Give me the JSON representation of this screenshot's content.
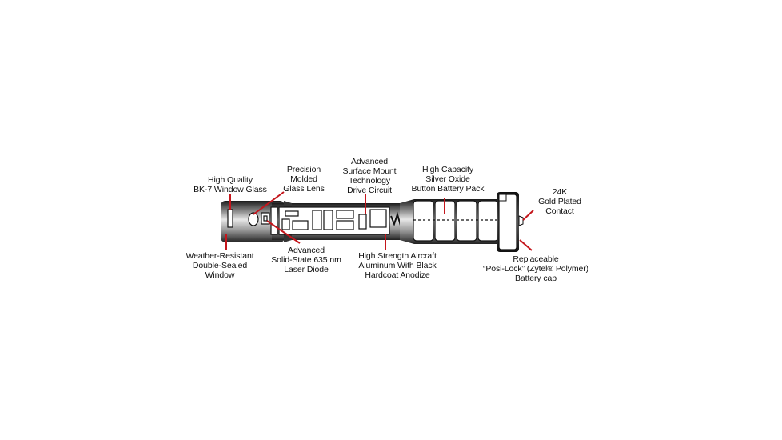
{
  "diagram": {
    "subject": "Laser pointer cutaway diagram",
    "leader_color": "#c4161c",
    "labels": [
      {
        "id": "window-glass",
        "text": "High Quality\nBK-7 Window Glass"
      },
      {
        "id": "glass-lens",
        "text": "Precision\nMolded\nGlass Lens"
      },
      {
        "id": "drive-circuit",
        "text": "Advanced\nSurface Mount\nTechnology\nDrive Circuit"
      },
      {
        "id": "battery-pack",
        "text": "High Capacity\nSilver Oxide\nButton Battery Pack"
      },
      {
        "id": "gold-contact",
        "text": "24K\nGold Plated\nContact"
      },
      {
        "id": "sealed-window",
        "text": "Weather-Resistant\nDouble-Sealed\nWindow"
      },
      {
        "id": "laser-diode",
        "text": "Advanced\nSolid-State 635 nm\nLaser Diode"
      },
      {
        "id": "aluminum-body",
        "text": "High Strength Aircraft\nAluminum With Black\nHardcoat Anodize"
      },
      {
        "id": "battery-cap",
        "text": "Replaceable\n“Posi-Lock” (Zytel® Polymer)\nBattery cap"
      }
    ]
  }
}
